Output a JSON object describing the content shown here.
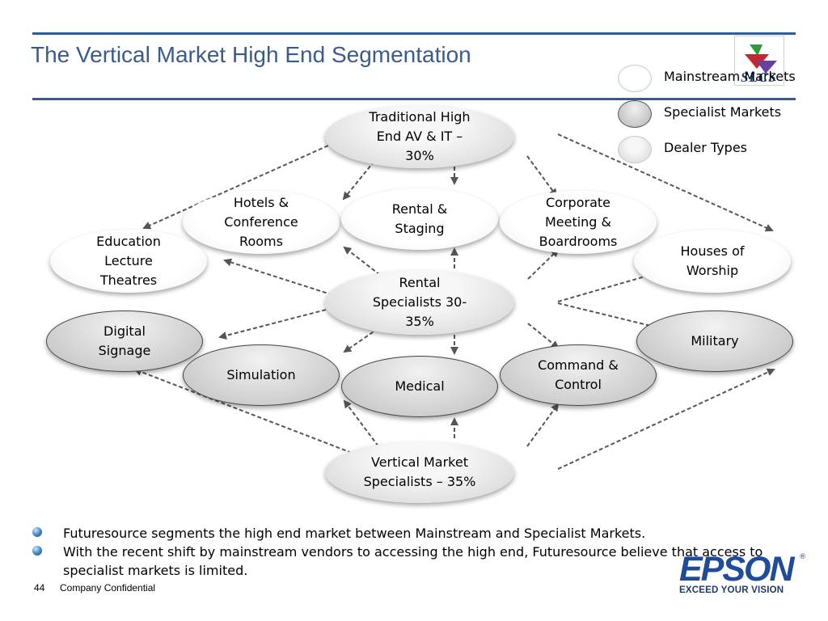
{
  "slide": {
    "title": "The Vertical Market High End Segmentation",
    "page_number": "44",
    "footer": "Company Confidential"
  },
  "legend": [
    {
      "label": "Mainstream Markets",
      "kind": "mainstream"
    },
    {
      "label": "Specialist Markets",
      "kind": "specialist"
    },
    {
      "label": "Dealer Types",
      "kind": "dealer"
    }
  ],
  "dealers": {
    "traditional": [
      "Traditional High",
      "End AV & IT –",
      "30%"
    ],
    "rental": [
      "Rental",
      "Specialists 30-",
      "35%"
    ],
    "vertical": [
      "Vertical Market",
      "Specialists – 35%"
    ]
  },
  "markets": {
    "hotels": [
      "Hotels &",
      "Conference",
      "Rooms"
    ],
    "rental_staging": [
      "Rental &",
      "Staging"
    ],
    "corporate": [
      "Corporate",
      "Meeting &",
      "Boardrooms"
    ],
    "education": [
      "Education",
      "Lecture",
      "Theatres"
    ],
    "houses_of_worship": [
      "Houses of",
      "Worship"
    ],
    "digital_signage": [
      "Digital",
      "Signage"
    ],
    "military": [
      "Military"
    ],
    "simulation": [
      "Simulation"
    ],
    "medical": [
      "Medical"
    ],
    "command_control": [
      "Command &",
      "Control"
    ]
  },
  "bullets": [
    "Futuresource segments the high end market between Mainstream and Specialist Markets.",
    "With the recent shift by mainstream vendors to accessing the high end, Futuresource believe that access to specialist markets is limited."
  ],
  "brand": {
    "name": "EPSON",
    "registered": "®",
    "tagline": "EXCEED YOUR VISION",
    "seal_text": "SLCS"
  },
  "colors": {
    "accent": "#2f5d9b",
    "title": "#3b5b8c",
    "brand_blue": "#1f4b9b",
    "arrow": "#555555"
  }
}
